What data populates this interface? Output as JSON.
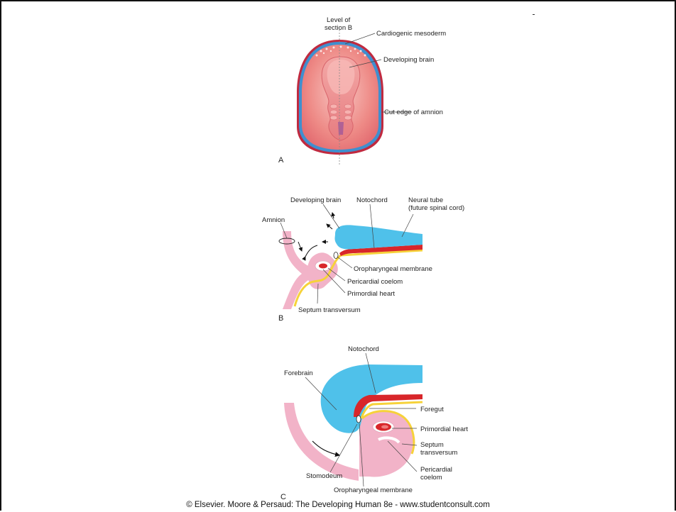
{
  "panel_a": {
    "letter": "A",
    "labels": {
      "level_of": "Level of",
      "section_b": "section B",
      "cardiogenic": "Cardiogenic mesoderm",
      "brain": "Developing brain",
      "amnion_edge": "Cut edge of amnion"
    }
  },
  "panel_b": {
    "letter": "B",
    "labels": {
      "amnion": "Amnion",
      "brain": "Developing brain",
      "notochord": "Notochord",
      "neural_tube_1": "Neural tube",
      "neural_tube_2": "(future spinal cord)",
      "oropharyngeal": "Oropharyngeal membrane",
      "pericardial": "Pericardial coelom",
      "heart": "Primordial heart",
      "septum": "Septum transversum"
    }
  },
  "panel_c": {
    "letter": "C",
    "labels": {
      "notochord": "Notochord",
      "forebrain": "Forebrain",
      "foregut": "Foregut",
      "heart": "Primordial heart",
      "septum_1": "Septum",
      "septum_2": "transversum",
      "pericardial_1": "Pericardial",
      "pericardial_2": "coelom",
      "stomodeum": "Stomodeum",
      "oropharyngeal": "Oropharyngeal membrane"
    }
  },
  "caption": "© Elsevier. Moore & Persaud: The Developing Human 8e - www.studentconsult.com",
  "colors": {
    "neural": "#4fc1ea",
    "notochord": "#d8262a",
    "endoderm": "#f6d23a",
    "mesoderm": "#f2b3c8",
    "amnion_blue": "#3f8fcf",
    "amnion_red": "#c02a40",
    "embryo": "#ee8a86"
  }
}
